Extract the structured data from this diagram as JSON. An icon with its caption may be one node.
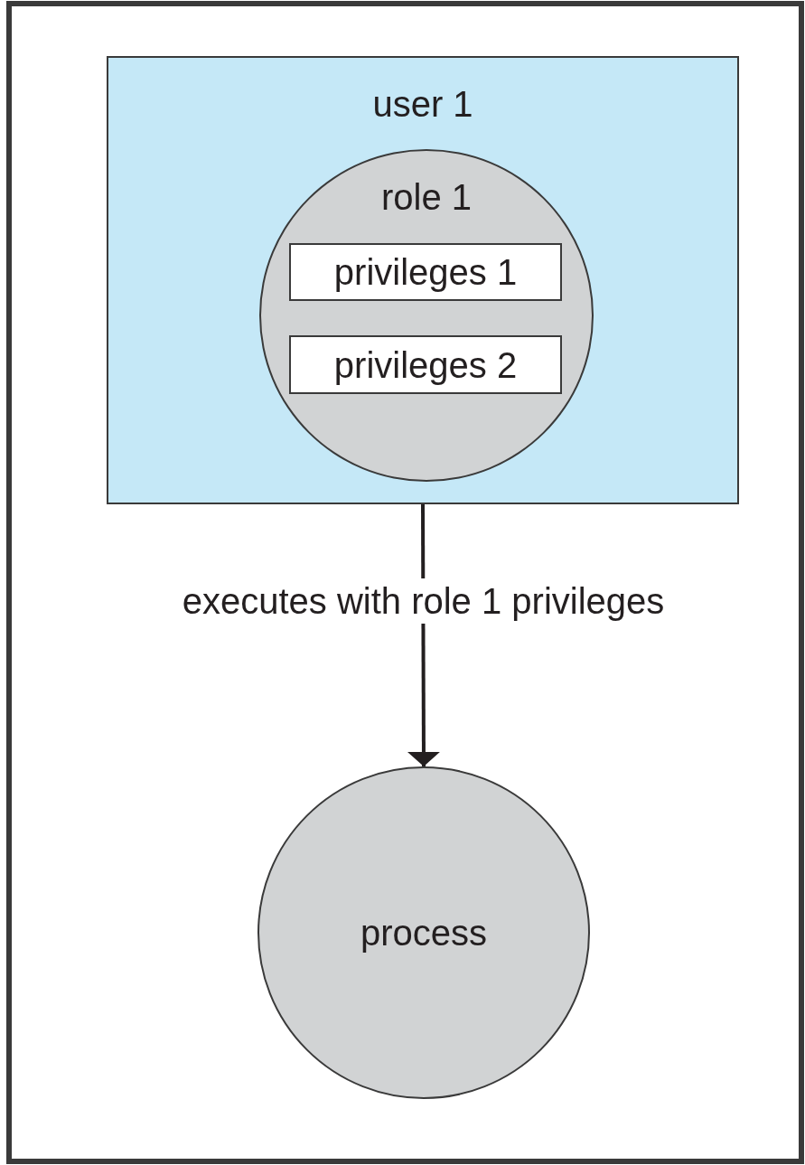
{
  "diagram": {
    "nodes": [
      {
        "text": [
          "user 1"
        ]
      },
      {
        "text": [
          "role 1"
        ],
        "in": 0
      },
      {
        "text": [
          "privileges 1"
        ],
        "in": 1
      },
      {
        "text": [
          "privileges 2"
        ],
        "in": 1
      },
      {
        "text": [
          "process"
        ]
      }
    ],
    "edges": [
      {
        "from": 0,
        "to": 4,
        "arrow": "to",
        "label": "executes with role 1 privileges"
      }
    ]
  }
}
